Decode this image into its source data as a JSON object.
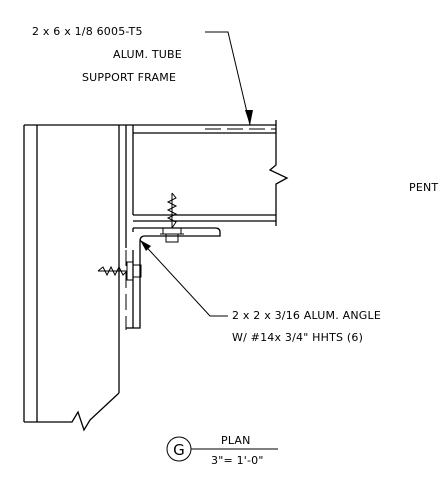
{
  "labels": {
    "tube_line1": "2 x 6 x 1/8 6005-T5",
    "tube_line2": "ALUM. TUBE",
    "tube_line3": "SUPPORT FRAME",
    "side_label": "PENT",
    "angle_line1": "2 x 2 x 3/16 ALUM. ANGLE",
    "angle_line2": "W/ #14x 3/4\" HHTS (6)"
  },
  "detail": {
    "letter": "G",
    "title": "PLAN",
    "scale": "3\"= 1'-0\""
  }
}
